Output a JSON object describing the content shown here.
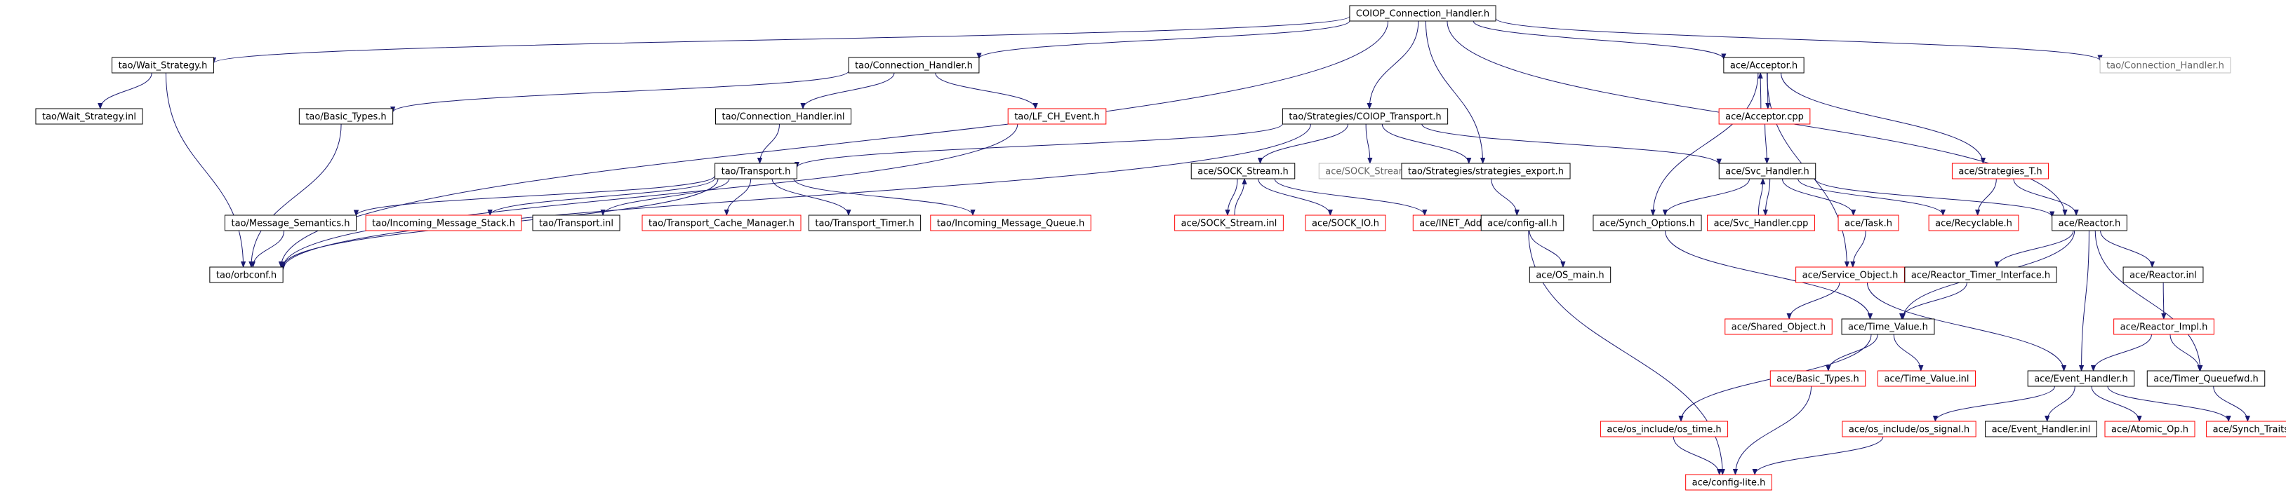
{
  "diagram": {
    "type": "include-dependency-graph",
    "colors": {
      "root_fill": "#bfbfbf",
      "root_border": "#000000",
      "documented_border": "#000000",
      "undocumented_border": "#ff0000",
      "external_border": "#bfbfbf",
      "external_text": "#666666",
      "edge": "#191970"
    },
    "nodes": [
      {
        "id": "root",
        "label": "COIOP_Connection_Handler.h",
        "kind": "root"
      },
      {
        "id": "wait_strategy_h",
        "label": "tao/Wait_Strategy.h",
        "kind": "documented"
      },
      {
        "id": "wait_strategy_inl",
        "label": "tao/Wait_Strategy.inl",
        "kind": "documented"
      },
      {
        "id": "connection_handler_h",
        "label": "tao/Connection_Handler.h",
        "kind": "documented"
      },
      {
        "id": "basic_types_h",
        "label": "tao/Basic_Types.h",
        "kind": "documented"
      },
      {
        "id": "connection_handler_inl",
        "label": "tao/Connection_Handler.inl",
        "kind": "documented"
      },
      {
        "id": "lf_ch_event_h",
        "label": "tao/LF_CH_Event.h",
        "kind": "undocumented"
      },
      {
        "id": "transport_h",
        "label": "tao/Transport.h",
        "kind": "documented"
      },
      {
        "id": "message_semantics_h",
        "label": "tao/Message_Semantics.h",
        "kind": "documented"
      },
      {
        "id": "incoming_message_stack_h",
        "label": "tao/Incoming_Message_Stack.h",
        "kind": "undocumented"
      },
      {
        "id": "transport_inl",
        "label": "tao/Transport.inl",
        "kind": "documented"
      },
      {
        "id": "transport_cache_manager_h",
        "label": "tao/Transport_Cache_Manager.h",
        "kind": "undocumented"
      },
      {
        "id": "transport_timer_h",
        "label": "tao/Transport_Timer.h",
        "kind": "documented"
      },
      {
        "id": "incoming_message_queue_h",
        "label": "tao/Incoming_Message_Queue.h",
        "kind": "undocumented"
      },
      {
        "id": "orbconf_h",
        "label": "tao/orbconf.h",
        "kind": "documented"
      },
      {
        "id": "coiop_transport_h",
        "label": "tao/Strategies/COIOP_Transport.h",
        "kind": "documented"
      },
      {
        "id": "sock_stream_h",
        "label": "ace/SOCK_Stream.h",
        "kind": "documented"
      },
      {
        "id": "sock_stream_h_ext",
        "label": "ace/SOCK_Stream.h",
        "kind": "external"
      },
      {
        "id": "strategies_export_h",
        "label": "tao/Strategies/strategies_export.h",
        "kind": "documented"
      },
      {
        "id": "sock_stream_inl",
        "label": "ace/SOCK_Stream.inl",
        "kind": "undocumented"
      },
      {
        "id": "sock_io_h",
        "label": "ace/SOCK_IO.h",
        "kind": "undocumented"
      },
      {
        "id": "inet_addr_h",
        "label": "ace/INET_Addr.h",
        "kind": "undocumented"
      },
      {
        "id": "config_all_h",
        "label": "ace/config-all.h",
        "kind": "documented"
      },
      {
        "id": "os_main_h",
        "label": "ace/OS_main.h",
        "kind": "documented"
      },
      {
        "id": "acceptor_h",
        "label": "ace/Acceptor.h",
        "kind": "documented"
      },
      {
        "id": "acceptor_cpp",
        "label": "ace/Acceptor.cpp",
        "kind": "undocumented"
      },
      {
        "id": "strategies_t_h",
        "label": "ace/Strategies_T.h",
        "kind": "undocumented"
      },
      {
        "id": "svc_handler_h",
        "label": "ace/Svc_Handler.h",
        "kind": "documented"
      },
      {
        "id": "synch_options_h",
        "label": "ace/Synch_Options.h",
        "kind": "documented"
      },
      {
        "id": "svc_handler_cpp",
        "label": "ace/Svc_Handler.cpp",
        "kind": "undocumented"
      },
      {
        "id": "task_h",
        "label": "ace/Task.h",
        "kind": "undocumented"
      },
      {
        "id": "recyclable_h",
        "label": "ace/Recyclable.h",
        "kind": "undocumented"
      },
      {
        "id": "reactor_h",
        "label": "ace/Reactor.h",
        "kind": "documented"
      },
      {
        "id": "service_object_h",
        "label": "ace/Service_Object.h",
        "kind": "undocumented"
      },
      {
        "id": "shared_object_h",
        "label": "ace/Shared_Object.h",
        "kind": "undocumented"
      },
      {
        "id": "reactor_timer_interface_h",
        "label": "ace/Reactor_Timer_Interface.h",
        "kind": "documented"
      },
      {
        "id": "reactor_inl",
        "label": "ace/Reactor.inl",
        "kind": "documented"
      },
      {
        "id": "reactor_impl_h",
        "label": "ace/Reactor_Impl.h",
        "kind": "undocumented"
      },
      {
        "id": "time_value_h",
        "label": "ace/Time_Value.h",
        "kind": "documented"
      },
      {
        "id": "ace_basic_types_h",
        "label": "ace/Basic_Types.h",
        "kind": "undocumented"
      },
      {
        "id": "time_value_inl",
        "label": "ace/Time_Value.inl",
        "kind": "undocumented"
      },
      {
        "id": "event_handler_h",
        "label": "ace/Event_Handler.h",
        "kind": "documented"
      },
      {
        "id": "timer_queuefwd_h",
        "label": "ace/Timer_Queuefwd.h",
        "kind": "documented"
      },
      {
        "id": "os_time_h",
        "label": "ace/os_include/os_time.h",
        "kind": "undocumented"
      },
      {
        "id": "os_signal_h",
        "label": "ace/os_include/os_signal.h",
        "kind": "undocumented"
      },
      {
        "id": "event_handler_inl",
        "label": "ace/Event_Handler.inl",
        "kind": "documented"
      },
      {
        "id": "atomic_op_h",
        "label": "ace/Atomic_Op.h",
        "kind": "undocumented"
      },
      {
        "id": "synch_traits_h",
        "label": "ace/Synch_Traits.h",
        "kind": "undocumented"
      },
      {
        "id": "config_lite_h",
        "label": "ace/config-lite.h",
        "kind": "undocumented"
      },
      {
        "id": "tao_connection_handler_h_ext",
        "label": "tao/Connection_Handler.h",
        "kind": "external"
      }
    ],
    "edges": [
      [
        "root",
        "wait_strategy_h"
      ],
      [
        "root",
        "connection_handler_h"
      ],
      [
        "root",
        "coiop_transport_h"
      ],
      [
        "root",
        "strategies_export_h"
      ],
      [
        "root",
        "acceptor_h"
      ],
      [
        "root",
        "reactor_h"
      ],
      [
        "root",
        "tao_connection_handler_h_ext"
      ],
      [
        "root",
        "orbconf_h"
      ],
      [
        "wait_strategy_h",
        "wait_strategy_inl"
      ],
      [
        "wait_strategy_h",
        "orbconf_h"
      ],
      [
        "connection_handler_h",
        "basic_types_h"
      ],
      [
        "connection_handler_h",
        "connection_handler_inl"
      ],
      [
        "connection_handler_h",
        "lf_ch_event_h"
      ],
      [
        "basic_types_h",
        "orbconf_h"
      ],
      [
        "connection_handler_inl",
        "transport_h"
      ],
      [
        "lf_ch_event_h",
        "orbconf_h"
      ],
      [
        "transport_h",
        "message_semantics_h"
      ],
      [
        "transport_h",
        "incoming_message_stack_h"
      ],
      [
        "transport_h",
        "transport_inl"
      ],
      [
        "transport_h",
        "transport_cache_manager_h"
      ],
      [
        "transport_h",
        "transport_timer_h"
      ],
      [
        "transport_h",
        "incoming_message_queue_h"
      ],
      [
        "transport_h",
        "orbconf_h"
      ],
      [
        "message_semantics_h",
        "orbconf_h"
      ],
      [
        "coiop_transport_h",
        "transport_h"
      ],
      [
        "coiop_transport_h",
        "sock_stream_h"
      ],
      [
        "coiop_transport_h",
        "sock_stream_h_ext"
      ],
      [
        "coiop_transport_h",
        "strategies_export_h"
      ],
      [
        "coiop_transport_h",
        "svc_handler_h"
      ],
      [
        "coiop_transport_h",
        "orbconf_h"
      ],
      [
        "sock_stream_h",
        "sock_stream_inl"
      ],
      [
        "sock_stream_inl",
        "sock_stream_h"
      ],
      [
        "sock_stream_h",
        "sock_io_h"
      ],
      [
        "sock_stream_h",
        "inet_addr_h"
      ],
      [
        "strategies_export_h",
        "config_all_h"
      ],
      [
        "config_all_h",
        "os_main_h"
      ],
      [
        "config_all_h",
        "config_lite_h"
      ],
      [
        "acceptor_h",
        "acceptor_cpp"
      ],
      [
        "acceptor_cpp",
        "acceptor_h"
      ],
      [
        "acceptor_h",
        "strategies_t_h"
      ],
      [
        "acceptor_h",
        "synch_options_h"
      ],
      [
        "acceptor_h",
        "service_object_h"
      ],
      [
        "acceptor_cpp",
        "svc_handler_h"
      ],
      [
        "strategies_t_h",
        "recyclable_h"
      ],
      [
        "strategies_t_h",
        "reactor_h"
      ],
      [
        "svc_handler_h",
        "synch_options_h"
      ],
      [
        "svc_handler_h",
        "svc_handler_cpp"
      ],
      [
        "svc_handler_cpp",
        "svc_handler_h"
      ],
      [
        "svc_handler_h",
        "task_h"
      ],
      [
        "svc_handler_h",
        "recyclable_h"
      ],
      [
        "svc_handler_h",
        "reactor_h"
      ],
      [
        "task_h",
        "service_object_h"
      ],
      [
        "synch_options_h",
        "time_value_h"
      ],
      [
        "service_object_h",
        "shared_object_h"
      ],
      [
        "service_object_h",
        "event_handler_h"
      ],
      [
        "reactor_h",
        "time_value_h"
      ],
      [
        "reactor_h",
        "reactor_timer_interface_h"
      ],
      [
        "reactor_h",
        "reactor_inl"
      ],
      [
        "reactor_h",
        "event_handler_h"
      ],
      [
        "reactor_h",
        "timer_queuefwd_h"
      ],
      [
        "reactor_timer_interface_h",
        "time_value_h"
      ],
      [
        "reactor_inl",
        "reactor_impl_h"
      ],
      [
        "reactor_impl_h",
        "event_handler_h"
      ],
      [
        "reactor_impl_h",
        "timer_queuefwd_h"
      ],
      [
        "time_value_h",
        "ace_basic_types_h"
      ],
      [
        "time_value_h",
        "time_value_inl"
      ],
      [
        "time_value_h",
        "os_time_h"
      ],
      [
        "ace_basic_types_h",
        "config_lite_h"
      ],
      [
        "os_time_h",
        "config_lite_h"
      ],
      [
        "event_handler_h",
        "os_signal_h"
      ],
      [
        "event_handler_h",
        "event_handler_inl"
      ],
      [
        "event_handler_h",
        "atomic_op_h"
      ],
      [
        "event_handler_h",
        "synch_traits_h"
      ],
      [
        "timer_queuefwd_h",
        "synch_traits_h"
      ],
      [
        "os_signal_h",
        "config_lite_h"
      ]
    ]
  }
}
